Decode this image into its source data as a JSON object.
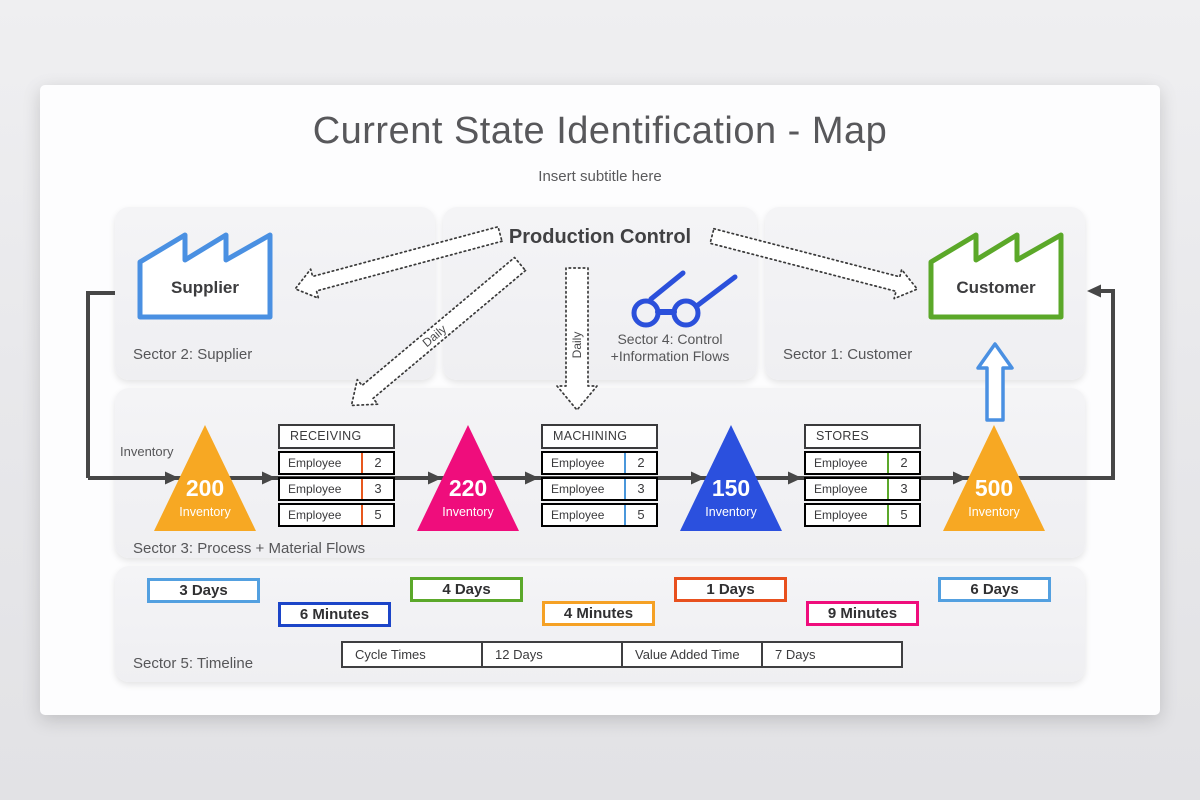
{
  "slide": {
    "title": "Current State Identification - Map",
    "subtitle": "Insert subtitle here"
  },
  "sectors": {
    "customer": {
      "caption": "Sector 1: Customer",
      "node_label": "Customer",
      "accent": "#5BA829"
    },
    "supplier": {
      "caption": "Sector 2: Supplier",
      "node_label": "Supplier",
      "accent": "#4A90E2"
    },
    "control": {
      "title": "Production Control",
      "caption_line1": "Sector 4: Control",
      "caption_line2": "+Information Flows",
      "glasses_color": "#2B50DB",
      "daily_label_left": "Daily",
      "daily_label_center": "Daily"
    },
    "process": {
      "caption": "Sector 3: Process + Material Flows",
      "inventory_flow_label": "Inventory",
      "inventories": [
        {
          "value": "200",
          "label": "Inventory",
          "color": "#F7A823"
        },
        {
          "value": "220",
          "label": "Inventory",
          "color": "#EF0D7C"
        },
        {
          "value": "150",
          "label": "Inventory",
          "color": "#2B50DE"
        },
        {
          "value": "500",
          "label": "Inventory",
          "color": "#F7A823"
        }
      ],
      "stations": [
        {
          "name": "RECEIVING",
          "accent": "#E8571D",
          "rows": [
            [
              "Employee",
              "2"
            ],
            [
              "Employee",
              "3"
            ],
            [
              "Employee",
              "5"
            ]
          ]
        },
        {
          "name": "MACHINING",
          "accent": "#4A97DB",
          "rows": [
            [
              "Employee",
              "2"
            ],
            [
              "Employee",
              "3"
            ],
            [
              "Employee",
              "5"
            ]
          ]
        },
        {
          "name": "STORES",
          "accent": "#5BA82A",
          "rows": [
            [
              "Employee",
              "2"
            ],
            [
              "Employee",
              "3"
            ],
            [
              "Employee",
              "5"
            ]
          ]
        }
      ]
    },
    "timeline": {
      "caption": "Sector 5: Timeline",
      "badges": [
        {
          "label": "3 Days",
          "color": "#53A0E0"
        },
        {
          "label": "6 Minutes",
          "color": "#1C45C8"
        },
        {
          "label": "4 Days",
          "color": "#5BA82A"
        },
        {
          "label": "4 Minutes",
          "color": "#F5A125"
        },
        {
          "label": "1 Days",
          "color": "#E8501E"
        },
        {
          "label": "9 Minutes",
          "color": "#EF0D7C"
        },
        {
          "label": "6 Days",
          "color": "#53A0E0"
        }
      ],
      "summary": [
        "Cycle Times",
        "12 Days",
        "Value Added Time",
        "7 Days"
      ]
    }
  }
}
